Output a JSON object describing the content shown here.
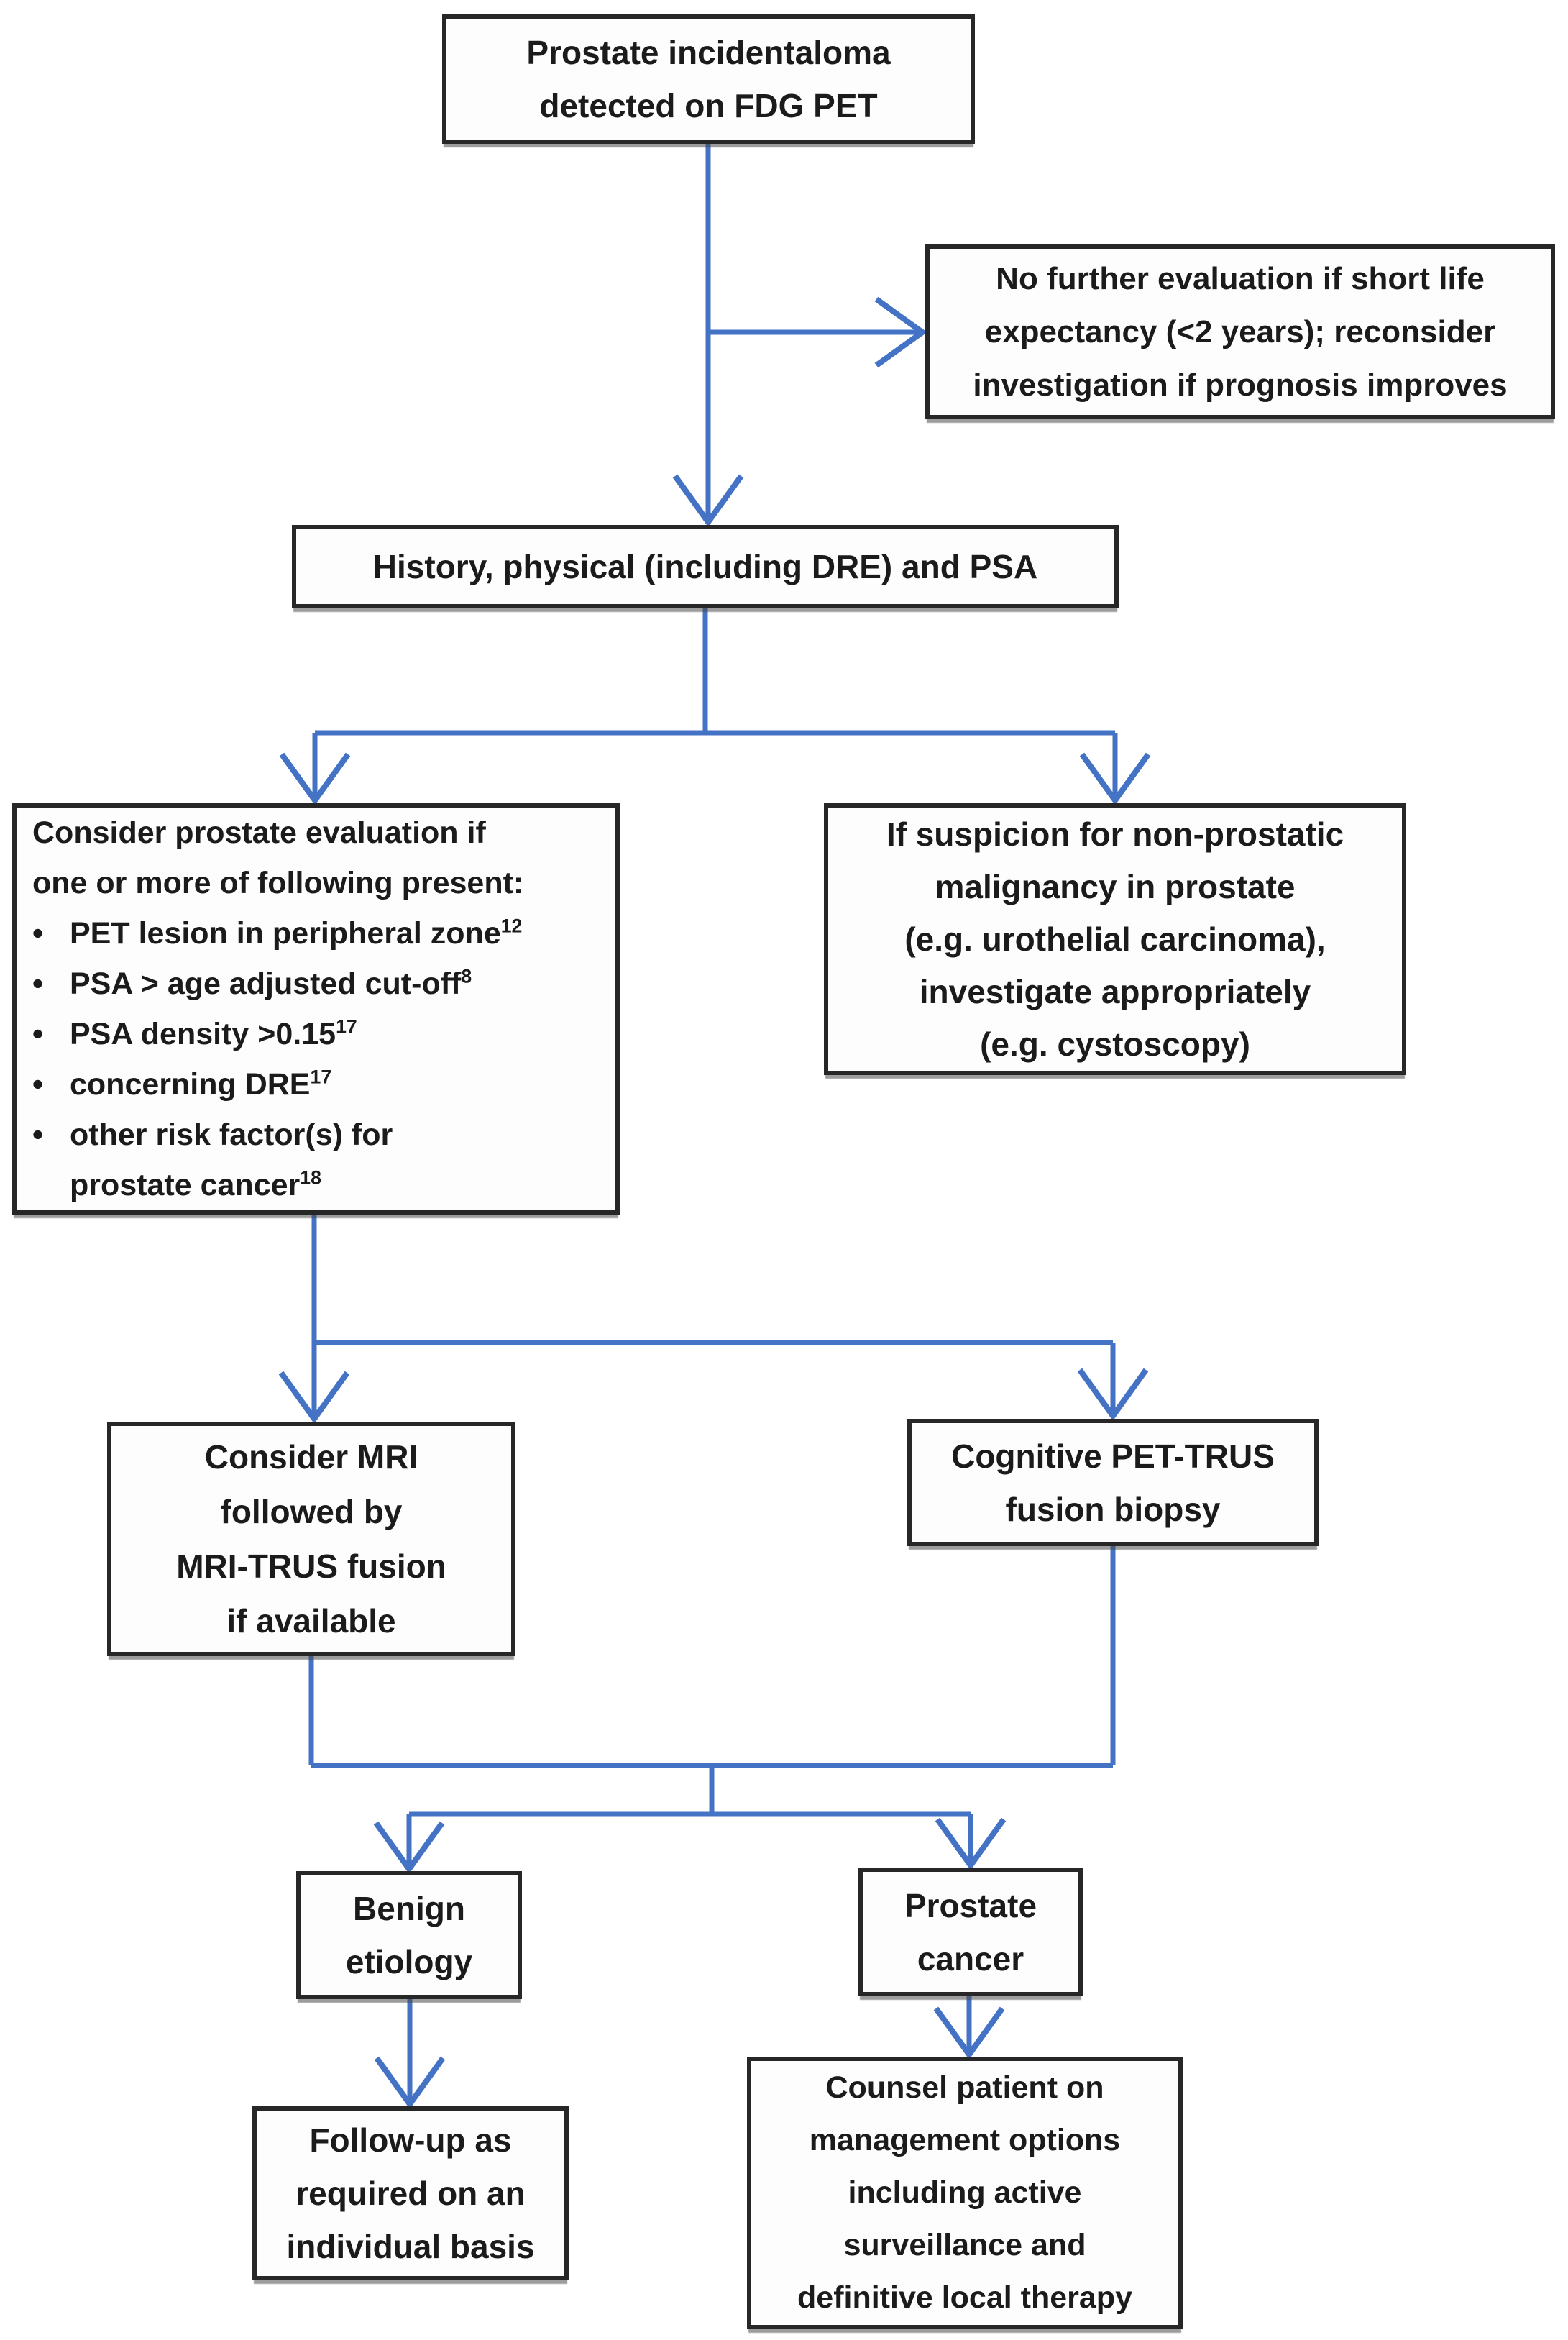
{
  "colors": {
    "connector": "#4472c4",
    "box_border": "#272727",
    "box_bg": "#fdfdfd",
    "text": "#1b1b1b"
  },
  "bullet_char": "•",
  "nodes": {
    "incidentaloma": {
      "text": "Prostate incidentaloma\ndetected on FDG PET"
    },
    "no_further_eval": {
      "text": "No further evaluation if short life\nexpectancy (<2 years); reconsider\ninvestigation if prognosis improves"
    },
    "history": {
      "text": "History, physical (including DRE) and PSA"
    },
    "consider_eval": {
      "header": "Consider prostate evaluation if\none or more of following present:",
      "items": [
        {
          "text": "PET lesion in peripheral zone",
          "sup": "12"
        },
        {
          "text": "PSA > age adjusted cut-off",
          "sup": "8"
        },
        {
          "text": "PSA density >0.15",
          "sup": "17"
        },
        {
          "text": "concerning DRE",
          "sup": "17"
        },
        {
          "text": "other risk factor(s) for\nprostate cancer",
          "sup": "18"
        }
      ]
    },
    "non_prostatic": {
      "text": "If suspicion for non-prostatic\nmalignancy in prostate\n(e.g. urothelial carcinoma),\ninvestigate appropriately\n(e.g. cystoscopy)"
    },
    "mri": {
      "text": "Consider MRI\nfollowed by\nMRI-TRUS fusion\nif available"
    },
    "cognitive": {
      "text": "Cognitive PET-TRUS\nfusion biopsy"
    },
    "benign": {
      "text": "Benign\netiology"
    },
    "prostate_cancer": {
      "text": "Prostate\ncancer"
    },
    "followup": {
      "text": "Follow-up as\nrequired on an\nindividual basis"
    },
    "counsel": {
      "text": "Counsel patient on\nmanagement options\nincluding active\nsurveillance and\ndefinitive local therapy"
    }
  }
}
